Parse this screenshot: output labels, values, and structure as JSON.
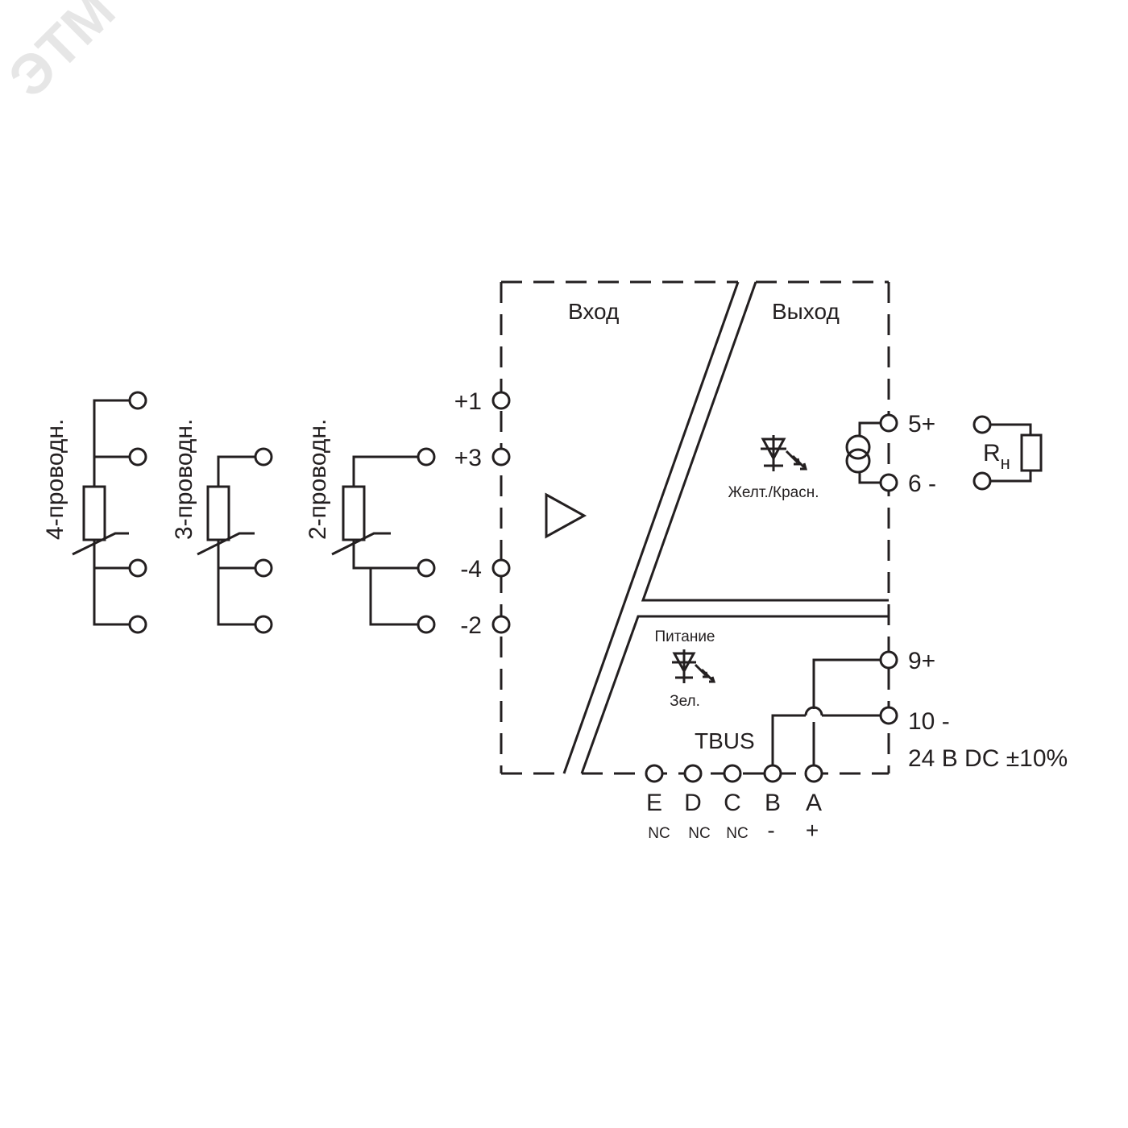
{
  "watermark": "ЭТМ",
  "sensors": {
    "four_wire": "4-проводн.",
    "three_wire": "3-проводн.",
    "two_wire": "2-проводн."
  },
  "module": {
    "input_label": "Вход",
    "output_label": "Выход",
    "led_output_label": "Желт./Красн.",
    "power_label": "Питание",
    "led_power_label": "Зел.",
    "tbus_label": "TBUS"
  },
  "input_terminals": [
    "+1",
    "+3",
    "-4",
    "-2"
  ],
  "output_terminals": [
    "5+",
    "6 -"
  ],
  "load": {
    "label": "R",
    "subscript": "н"
  },
  "power_terminals": [
    "9+",
    "10 -"
  ],
  "power_spec": "24 В DC ±10%",
  "bus_terminals": [
    {
      "letter": "E",
      "note": "NC"
    },
    {
      "letter": "D",
      "note": "NC"
    },
    {
      "letter": "C",
      "note": "NC"
    },
    {
      "letter": "B",
      "note": "-"
    },
    {
      "letter": "A",
      "note": "+"
    }
  ],
  "colors": {
    "line": "#231f20",
    "background": "#ffffff",
    "watermark": "#e6e6e6"
  }
}
